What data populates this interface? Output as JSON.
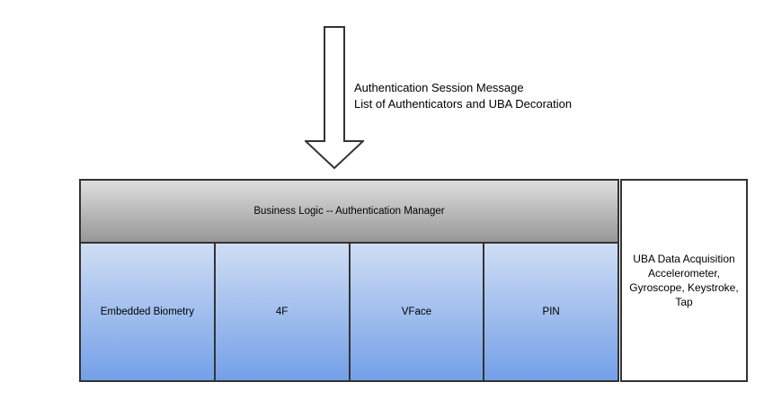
{
  "annotation": {
    "line1": "Authentication Session Message",
    "line2": "List of Authenticators and UBA Decoration"
  },
  "manager": {
    "label": "Business Logic -- Authentication Manager"
  },
  "authenticators": [
    {
      "label": "Embedded Biometry"
    },
    {
      "label": "4F"
    },
    {
      "label": "VFace"
    },
    {
      "label": "PIN"
    }
  ],
  "uba": {
    "label": "UBA Data Acquisition\nAccelerometer,\nGyroscope, Keystroke,\nTap"
  },
  "icons": {
    "arrow": "down-arrow-icon"
  },
  "colors": {
    "border": "#333333",
    "gray-top": "#dedede",
    "gray-bottom": "#979797",
    "blue-top": "#cfddf4",
    "blue-bottom": "#74a0e8",
    "text": "#000000"
  }
}
